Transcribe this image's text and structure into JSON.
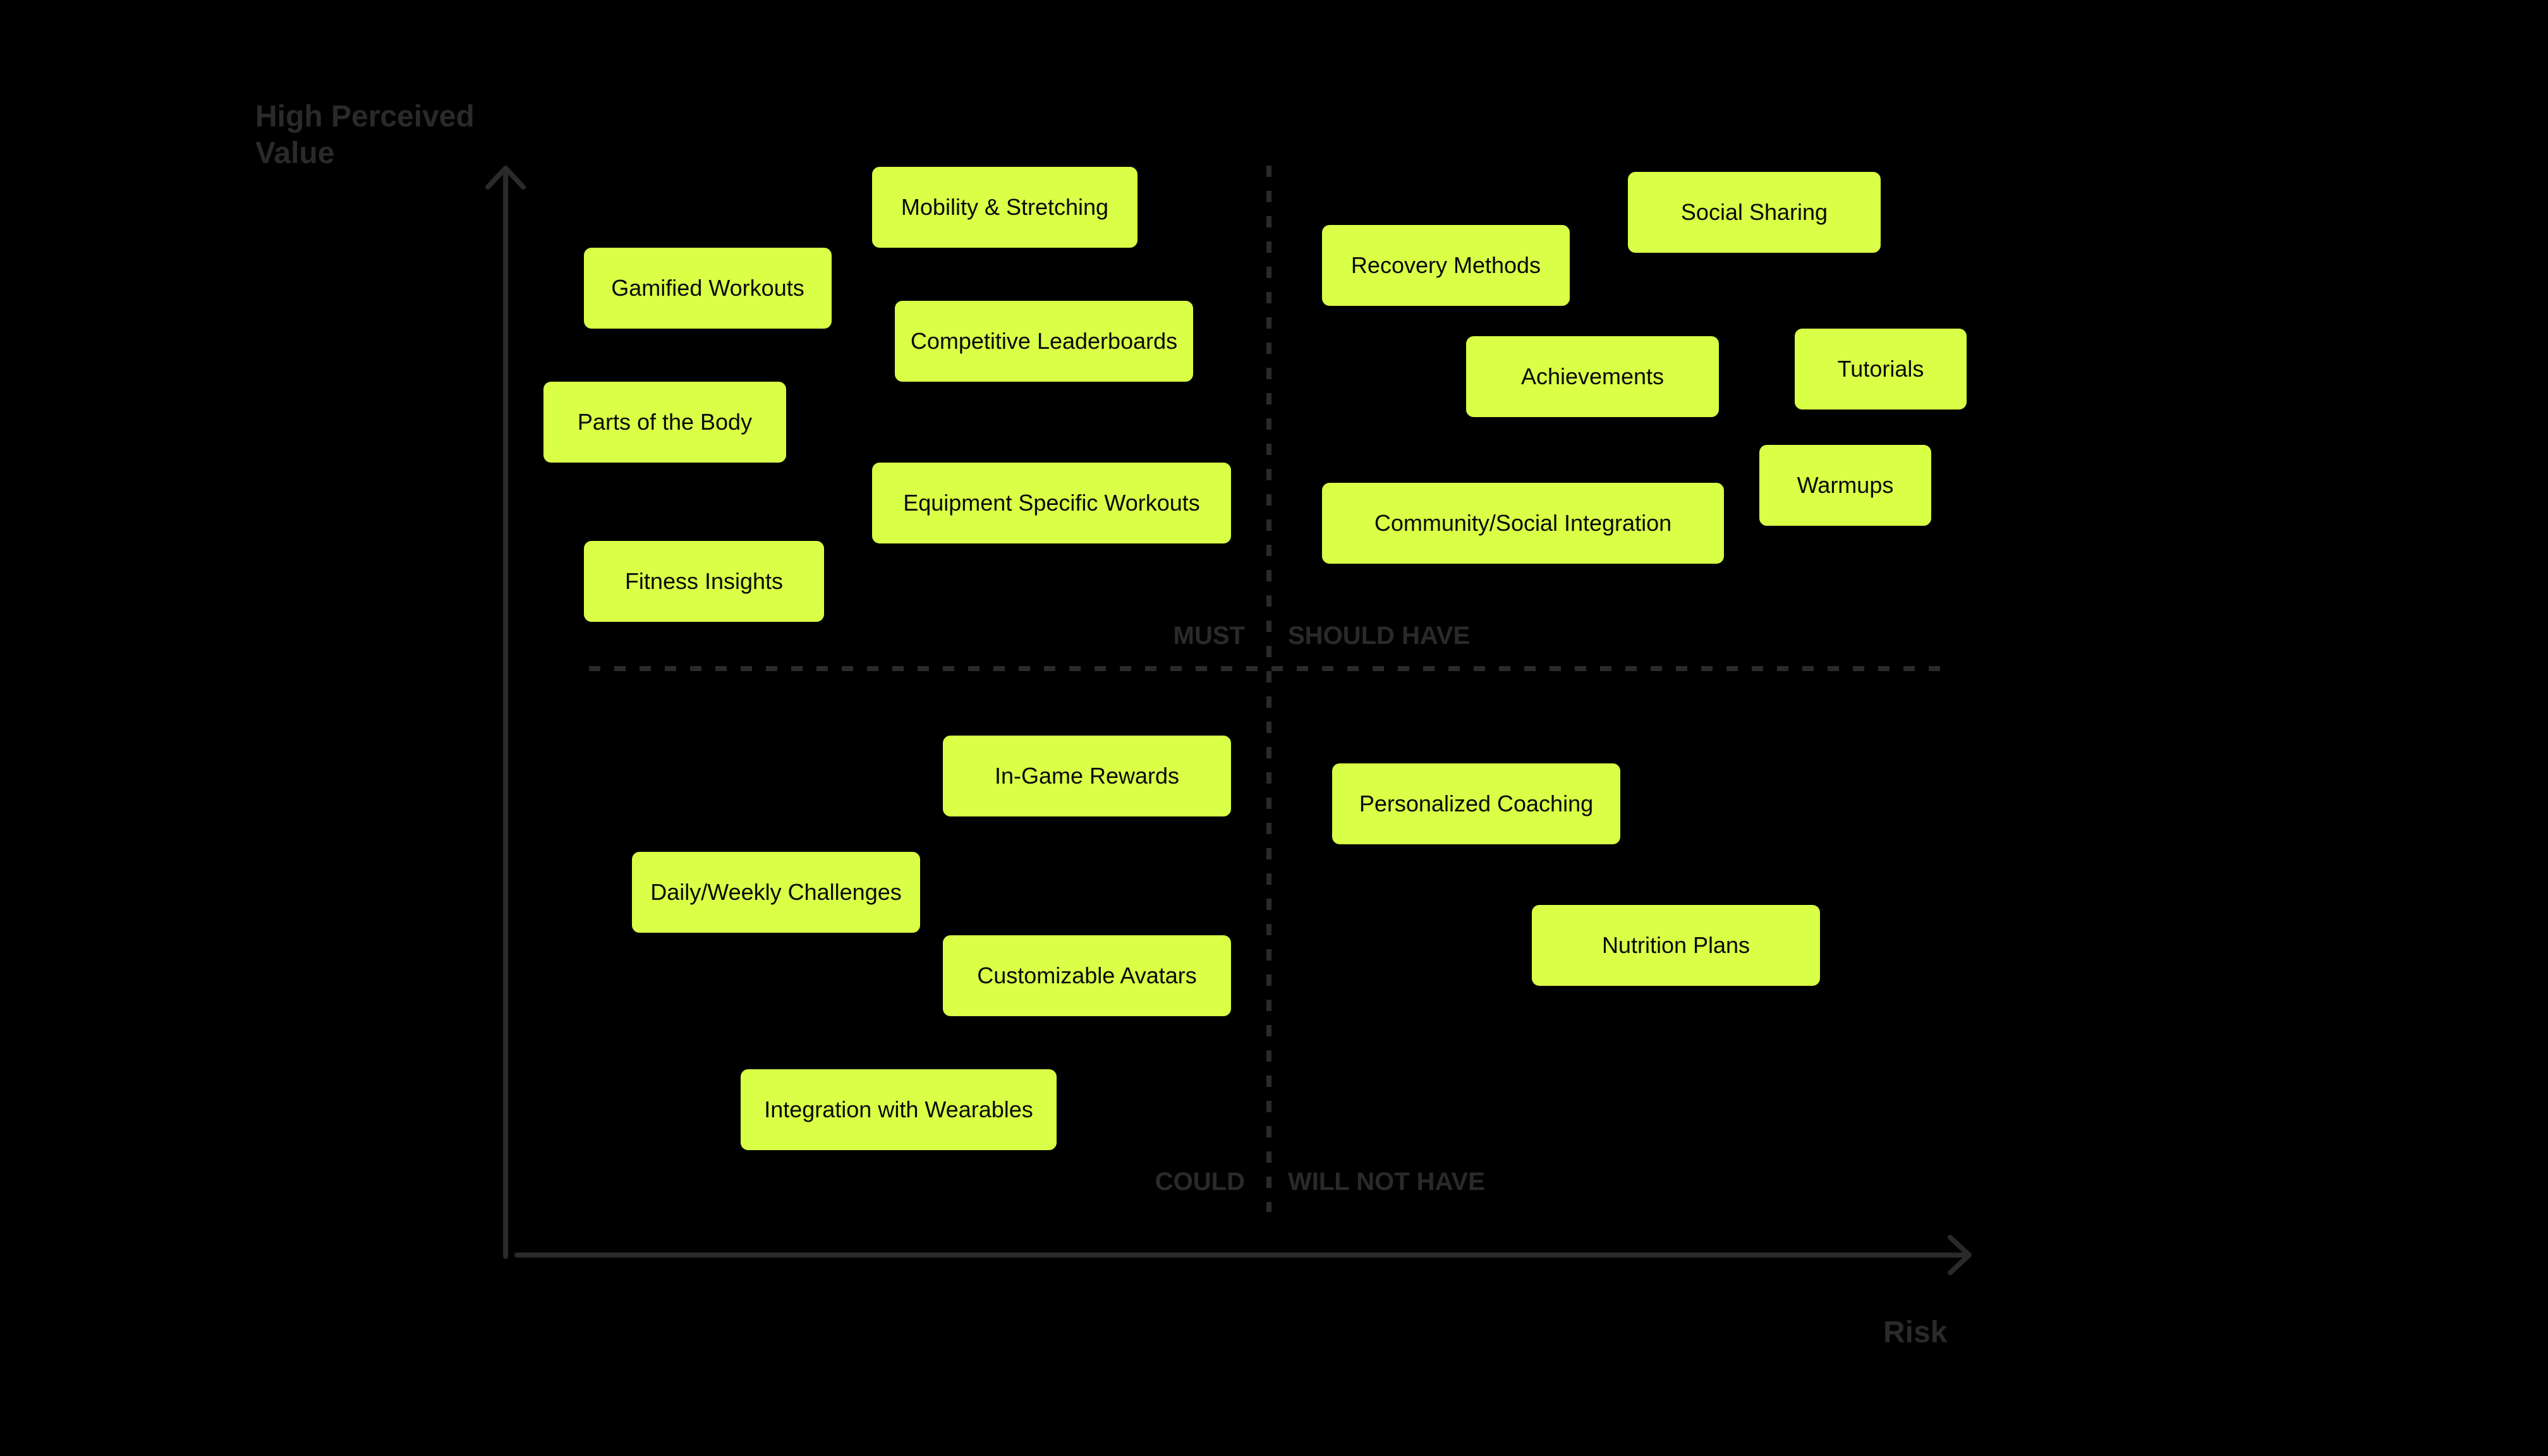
{
  "axes": {
    "y_title": "High Perceived Value",
    "x_title": "Risk"
  },
  "quadrants": {
    "top_left": "MUST",
    "top_right": "SHOULD HAVE",
    "bottom_left": "COULD",
    "bottom_right": "WILL NOT HAVE"
  },
  "colors": {
    "background": "#000000",
    "sticky": "#d9ff47",
    "axis": "#2a2a2a"
  },
  "notes": {
    "mobility": "Mobility & Stretching",
    "gamified": "Gamified Workouts",
    "leaderboards": "Competitive Leaderboards",
    "body_parts": "Parts of the Body",
    "equipment": "Equipment Specific Workouts",
    "fitness_insights": "Fitness Insights",
    "recovery": "Recovery Methods",
    "social_sharing": "Social Sharing",
    "achievements": "Achievements",
    "tutorials": "Tutorials",
    "warmups": "Warmups",
    "community": "Community/Social Integration",
    "ingame_rewards": "In-Game Rewards",
    "challenges": "Daily/Weekly Challenges",
    "avatars": "Customizable Avatars",
    "wearables": "Integration with Wearables",
    "coaching": "Personalized Coaching",
    "nutrition": "Nutrition Plans"
  }
}
